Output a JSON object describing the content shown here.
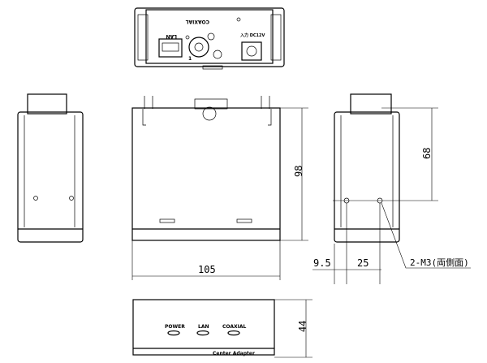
{
  "rear_view": {
    "lan_label": "LAN",
    "coaxial_label": "COAXIAL",
    "power_label": "入力 DC12V",
    "port_number": "1"
  },
  "front_view": {
    "led_labels": [
      "POWER",
      "LAN",
      "COAXIAL"
    ],
    "product_label": "Center Adapter"
  },
  "dimensions": {
    "width": "105",
    "height": "98",
    "depth": "44",
    "hole_height": "68",
    "hole_offset": "9.5",
    "hole_spacing": "25"
  },
  "callout": {
    "screw": "2-M3(両側面)"
  }
}
